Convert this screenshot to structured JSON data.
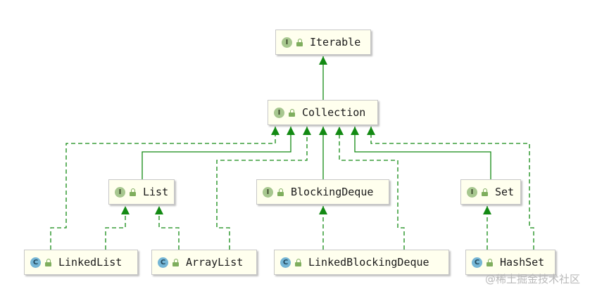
{
  "nodes": {
    "iterable": {
      "label": "Iterable",
      "kind": "interface",
      "badge": "I"
    },
    "collection": {
      "label": "Collection",
      "kind": "interface",
      "badge": "I"
    },
    "list": {
      "label": "List",
      "kind": "interface",
      "badge": "I"
    },
    "blocking_deque": {
      "label": "BlockingDeque",
      "kind": "interface",
      "badge": "I"
    },
    "set": {
      "label": "Set",
      "kind": "interface",
      "badge": "I"
    },
    "linked_list": {
      "label": "LinkedList",
      "kind": "class",
      "badge": "C"
    },
    "array_list": {
      "label": "ArrayList",
      "kind": "class",
      "badge": "C"
    },
    "linked_blocking_deque": {
      "label": "LinkedBlockingDeque",
      "kind": "class",
      "badge": "C"
    },
    "hash_set": {
      "label": "HashSet",
      "kind": "class",
      "badge": "C"
    }
  },
  "edges": [
    {
      "from": "collection",
      "to": "iterable",
      "style": "solid"
    },
    {
      "from": "list",
      "to": "collection",
      "style": "solid"
    },
    {
      "from": "blocking_deque",
      "to": "collection",
      "style": "solid"
    },
    {
      "from": "set",
      "to": "collection",
      "style": "solid"
    },
    {
      "from": "linked_list",
      "to": "list",
      "style": "dashed"
    },
    {
      "from": "array_list",
      "to": "list",
      "style": "dashed"
    },
    {
      "from": "linked_blocking_deque",
      "to": "blocking_deque",
      "style": "dashed"
    },
    {
      "from": "hash_set",
      "to": "set",
      "style": "dashed"
    },
    {
      "from": "linked_list",
      "to": "collection",
      "style": "dashed"
    },
    {
      "from": "array_list",
      "to": "collection",
      "style": "dashed"
    },
    {
      "from": "linked_blocking_deque",
      "to": "collection",
      "style": "dashed"
    },
    {
      "from": "hash_set",
      "to": "collection",
      "style": "dashed"
    }
  ],
  "colors": {
    "edge": "#138a13",
    "node_fill": "#ffffee",
    "interface_badge": "#a7c78f",
    "class_badge": "#75b6d6",
    "lock": "#7fae5e"
  },
  "watermark": "@稀土掘金技术社区"
}
